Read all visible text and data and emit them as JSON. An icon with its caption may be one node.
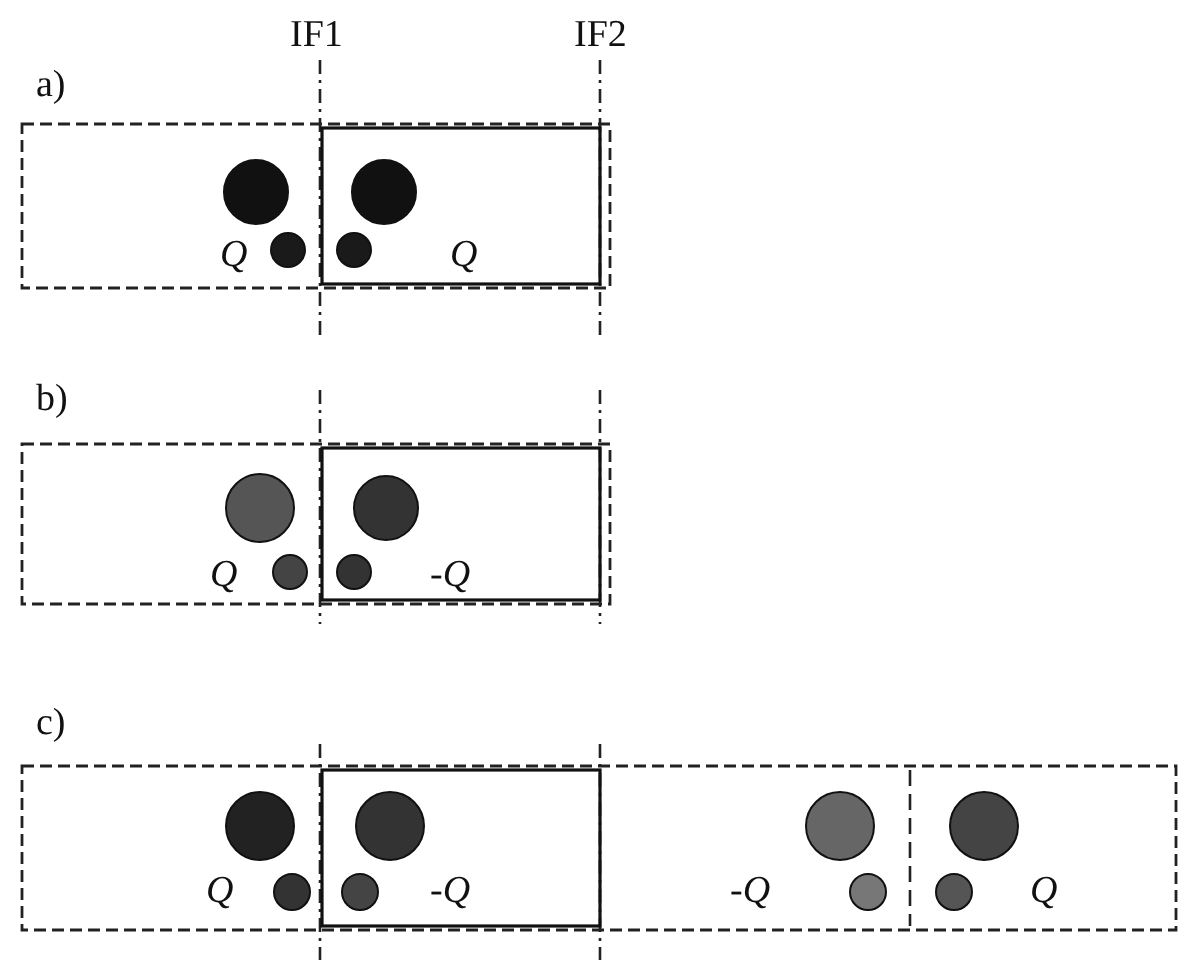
{
  "diagram": {
    "labels": [
      "IF1",
      "IF2",
      "a)",
      "Q",
      "Q",
      "b)",
      "Q",
      "-Q",
      "c)",
      "Q",
      "-Q",
      "-Q",
      "Q"
    ]
  }
}
